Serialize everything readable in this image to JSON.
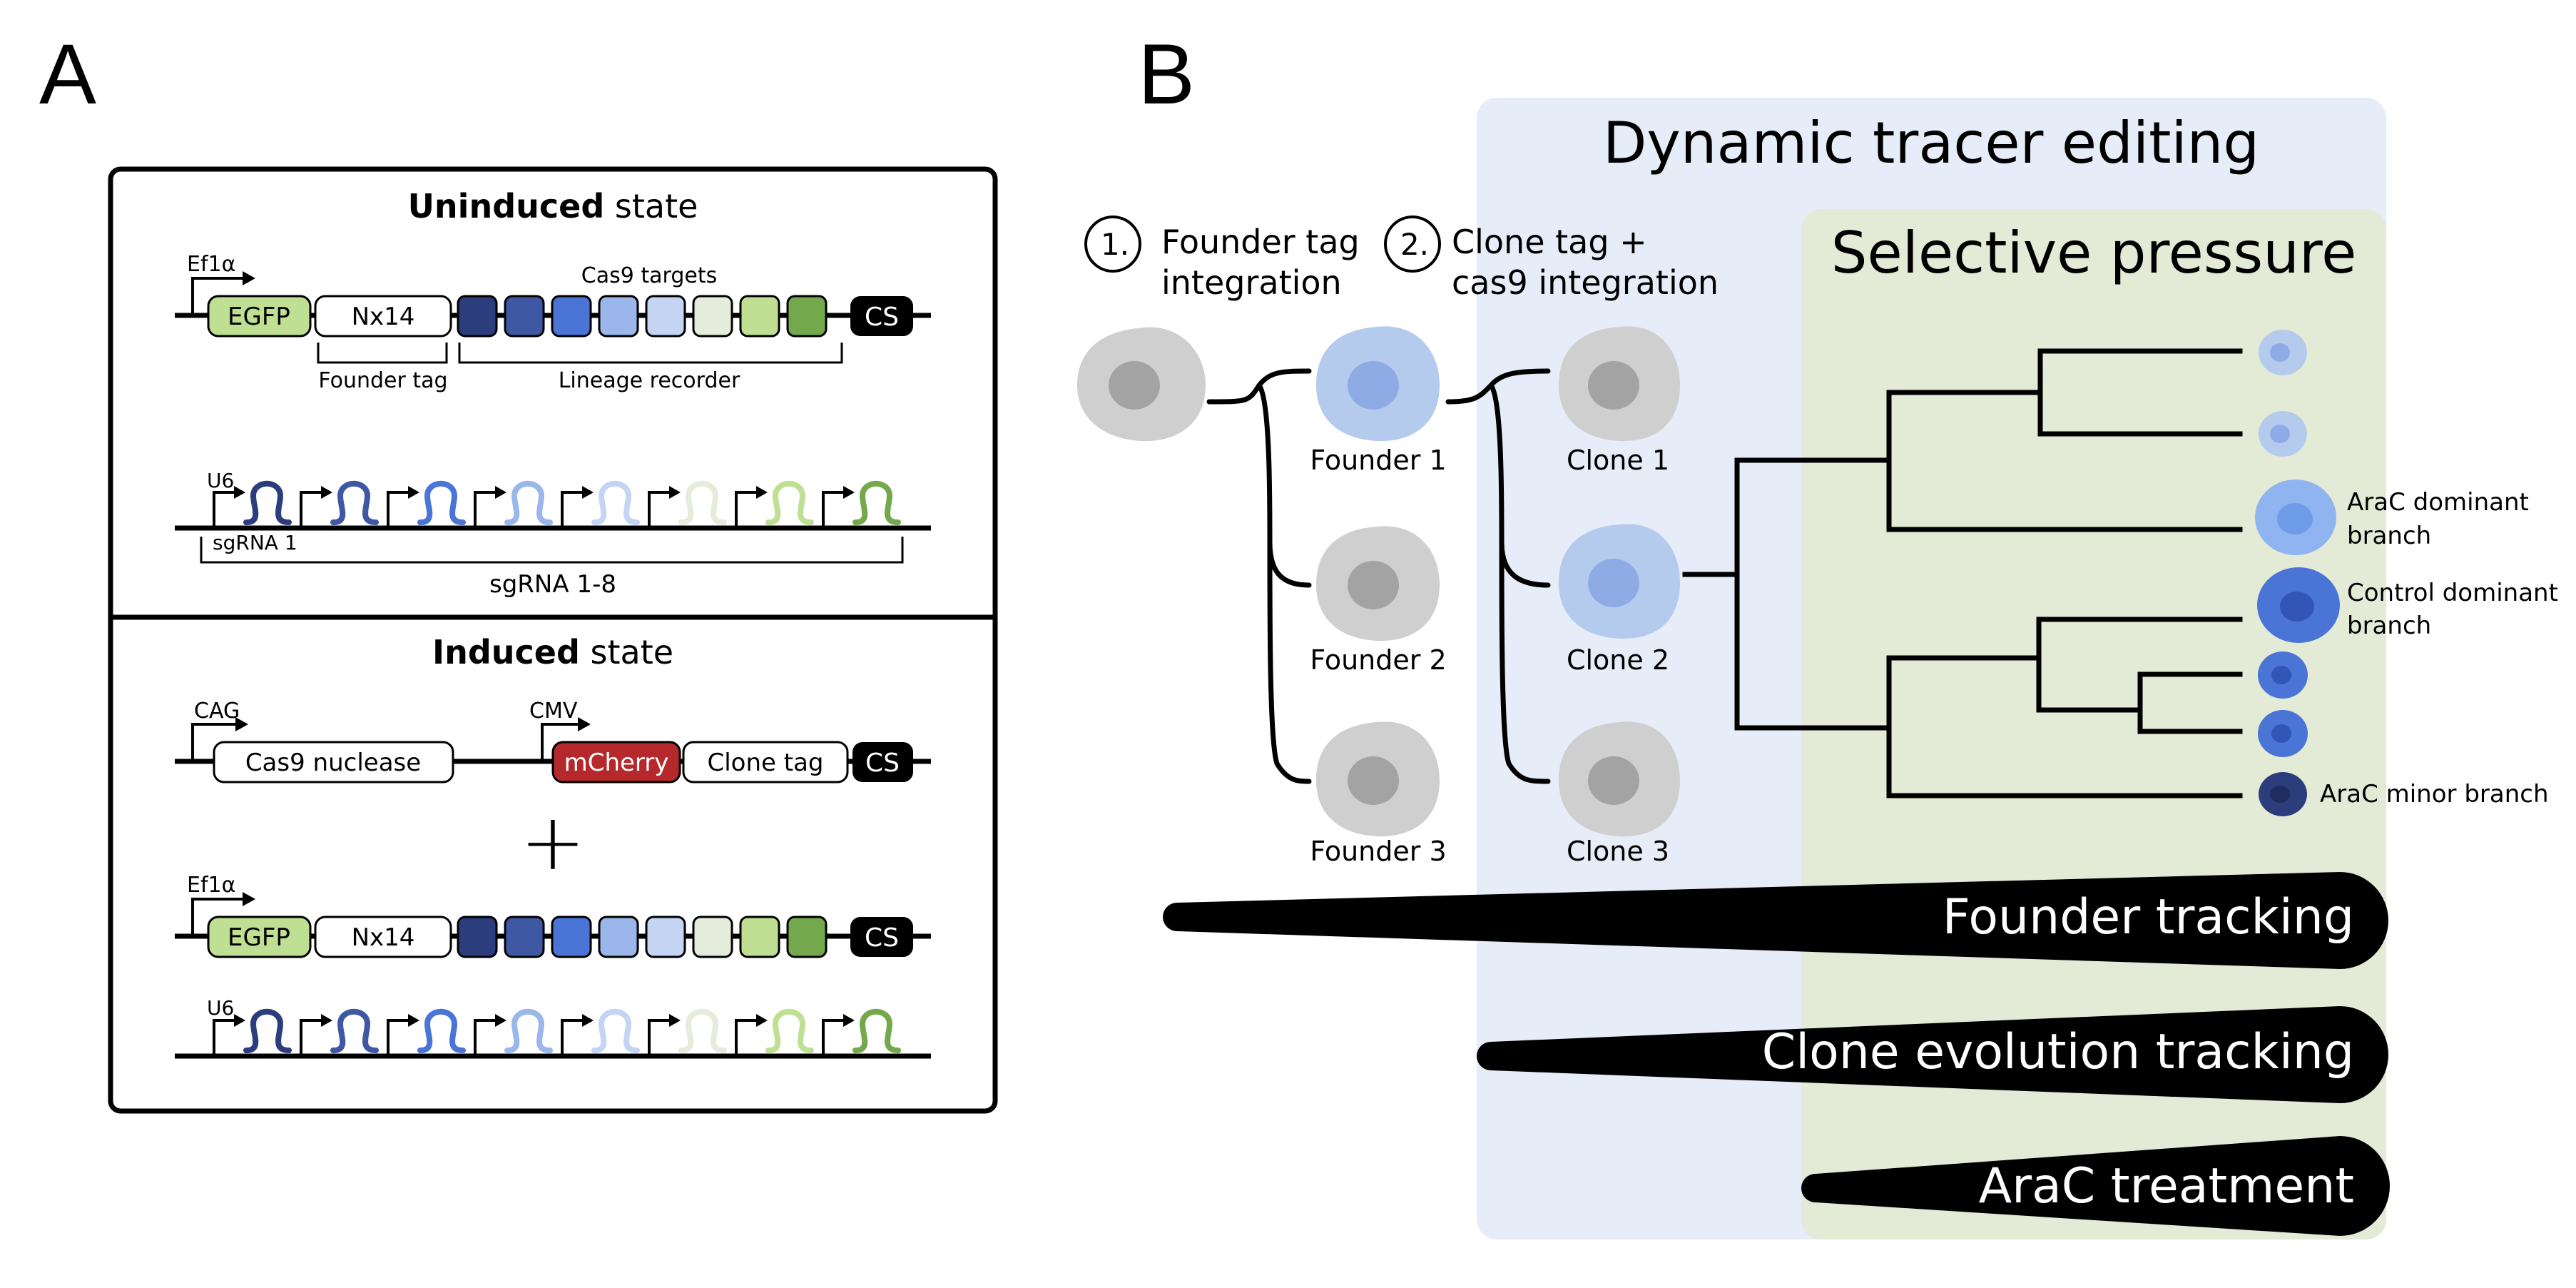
{
  "panelA": {
    "label": "A",
    "uninduced": {
      "title_bold": "Uninduced",
      "title_rest": " state",
      "ef1a": "Ef1α",
      "egfp": "EGFP",
      "nx14": "Nx14",
      "cas9_targets": "Cas9 targets",
      "cs": "CS",
      "founder_tag": "Founder tag",
      "lineage_recorder": "Lineage recorder",
      "u6": "U6",
      "sgrna1": "sgRNA 1",
      "sgrna_range": "sgRNA 1-8"
    },
    "induced": {
      "title_bold": "Induced",
      "title_rest": " state",
      "cag": "CAG",
      "cas9": "Cas9 nuclease",
      "cmv": "CMV",
      "mcherry": "mCherry",
      "clone_tag": "Clone tag",
      "cs": "CS",
      "plus": "+",
      "ef1a": "Ef1α",
      "egfp": "EGFP",
      "nx14": "Nx14",
      "u6": "U6"
    },
    "target_colors": [
      "#2b3d7d",
      "#3f58a3",
      "#4a74d6",
      "#9ab6ea",
      "#c4d4f3",
      "#e6ecdc",
      "#bfe093",
      "#74a84c"
    ]
  },
  "panelB": {
    "label": "B",
    "dynamic_title": "Dynamic tracer editing",
    "selective_title": "Selective pressure",
    "step1_num": "1.",
    "step1_line1": "Founder tag",
    "step1_line2": "integration",
    "step2_num": "2.",
    "step2_line1": "Clone tag +",
    "step2_line2": "cas9 integration",
    "founders": [
      "Founder 1",
      "Founder 2",
      "Founder 3"
    ],
    "clones": [
      "Clone 1",
      "Clone 2",
      "Clone 3"
    ],
    "branches": {
      "arac_dominant_1": "AraC dominant",
      "arac_dominant_2": "branch",
      "control_dominant_1": "Control dominant",
      "control_dominant_2": "branch",
      "arac_minor": "AraC minor branch"
    },
    "bars": [
      "Founder tracking",
      "Clone evolution tracking",
      "AraC treatment"
    ],
    "colors": {
      "dynamic_bg": "#e6edf9",
      "selective_bg": "#e3ead6",
      "cell_gray": "#cfcfcf",
      "mcherry": "#b5292c",
      "egfp": "#bfe093"
    }
  }
}
